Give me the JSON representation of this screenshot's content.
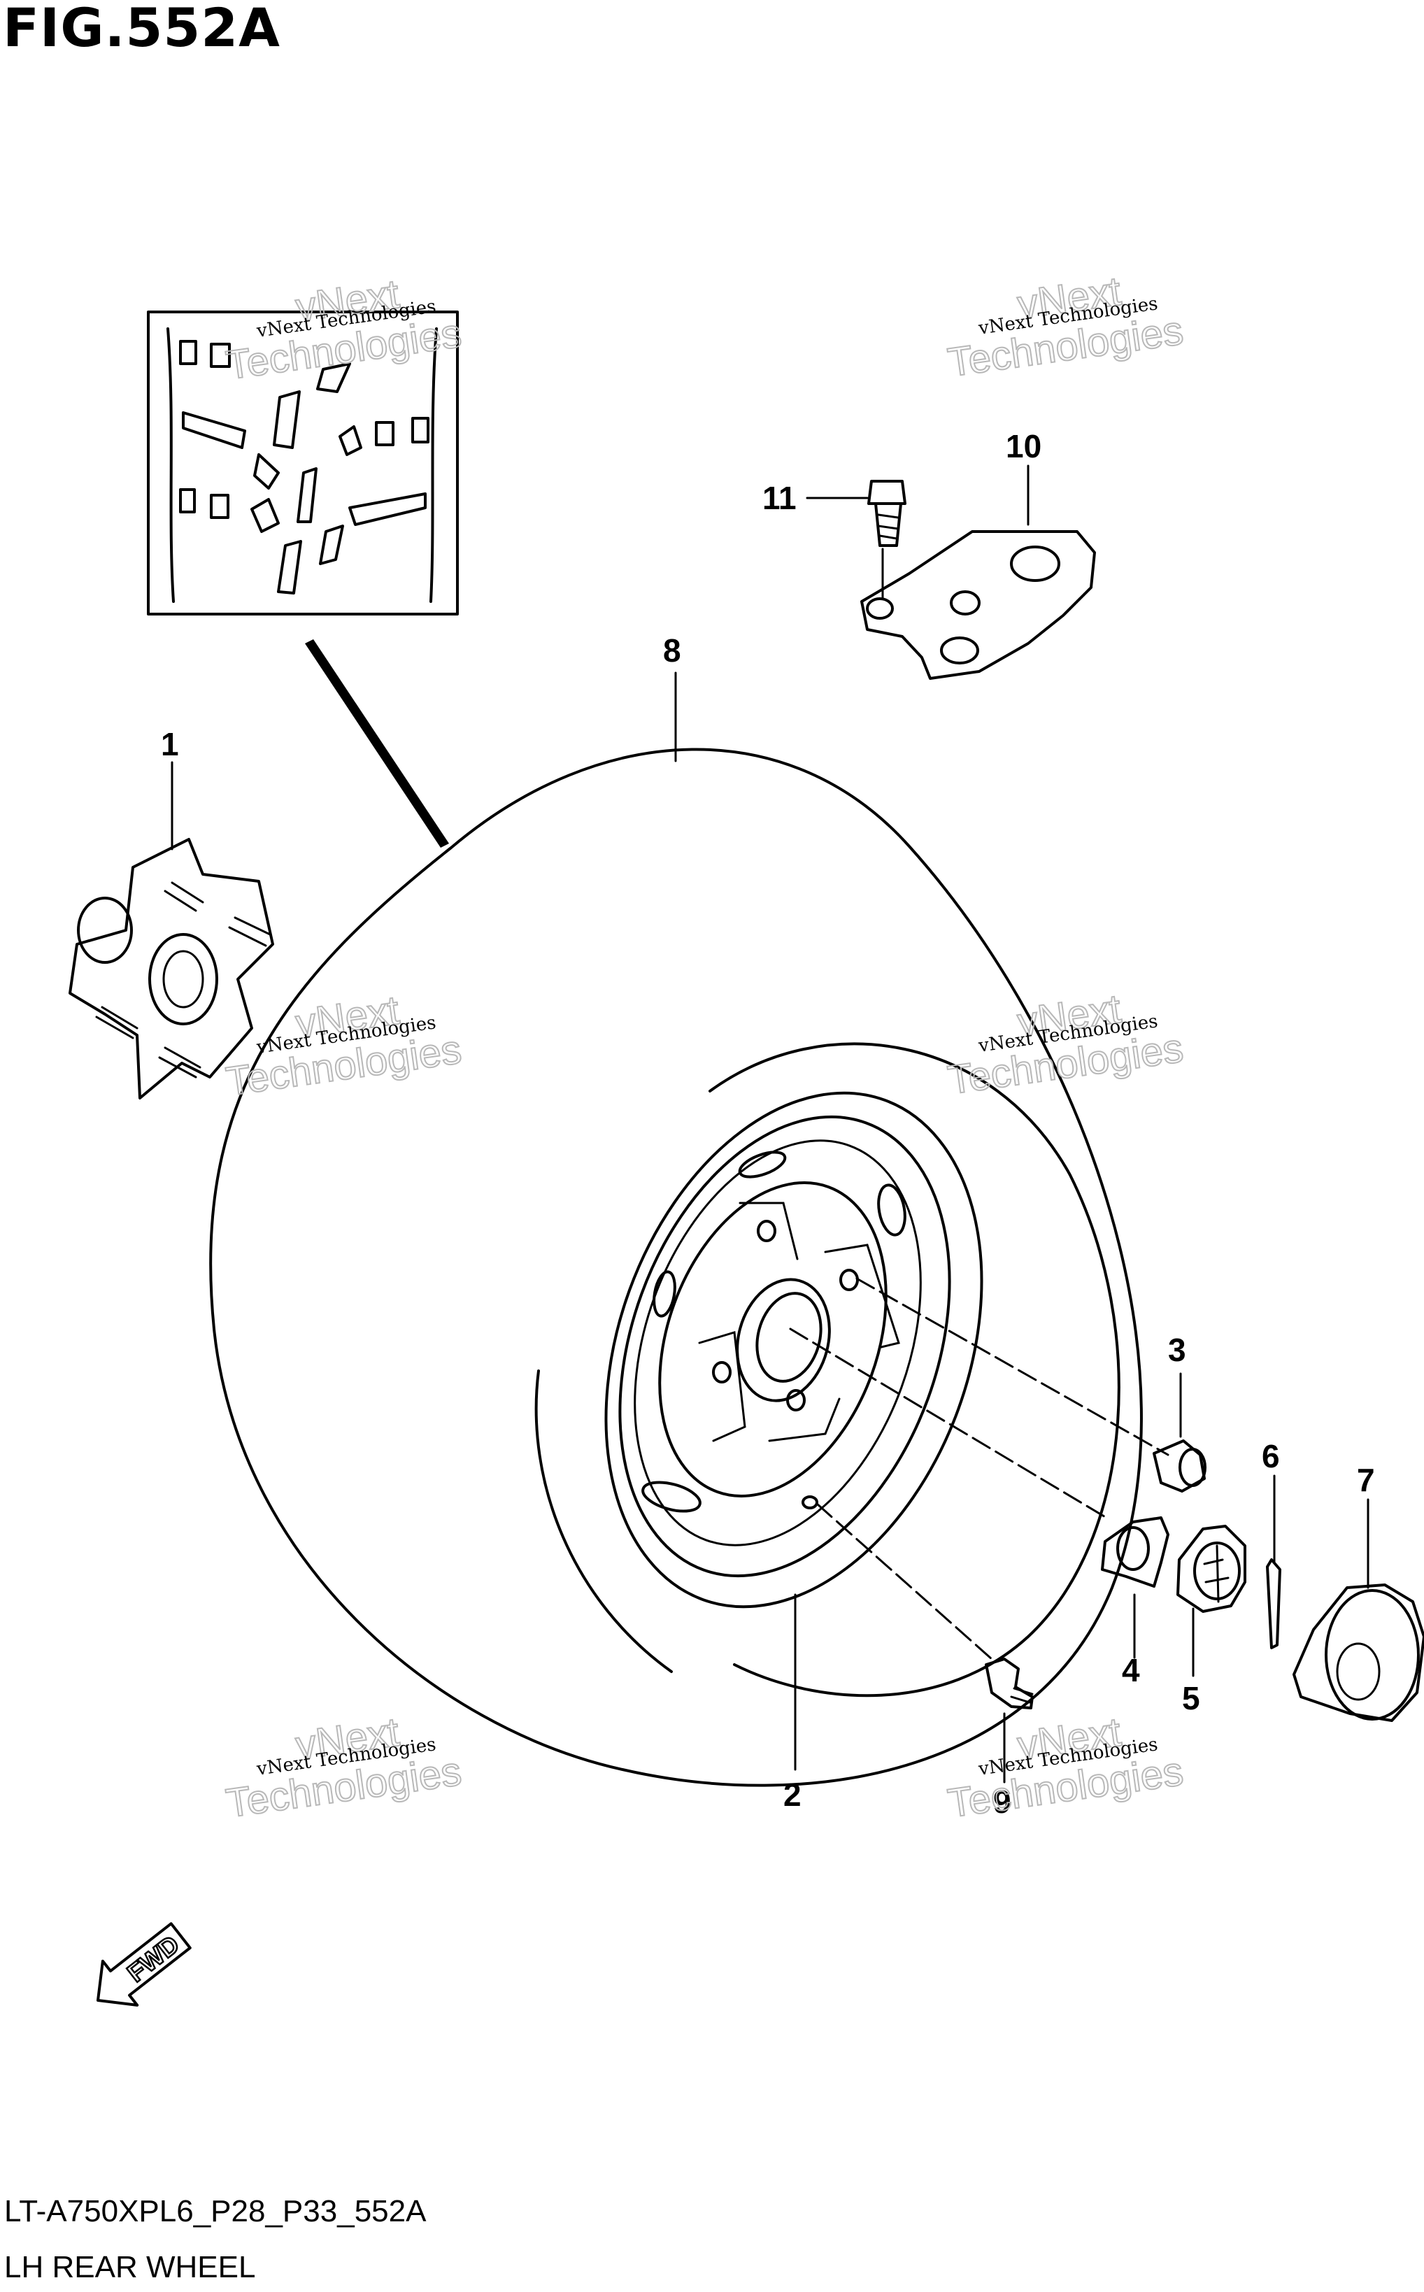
{
  "figure": {
    "title": "FIG.552A",
    "code": "LT-A750XPL6_P28_P33_552A",
    "caption": "LH REAR WHEEL"
  },
  "callouts": [
    "1",
    "2",
    "3",
    "4",
    "5",
    "6",
    "7",
    "8",
    "9",
    "10",
    "11"
  ],
  "parts": {
    "hub": "1",
    "wheel_rim": "2",
    "nut": "3",
    "washer": "4",
    "castle_nut": "5",
    "cotter_pin": "6",
    "cap": "7",
    "tire": "8",
    "valve": "9",
    "bracket": "10",
    "bolt": "11"
  },
  "fwd_label": "FWD",
  "watermark": {
    "line1": "vNext Technologies",
    "line2": "vNext",
    "line3": "Technologies"
  }
}
